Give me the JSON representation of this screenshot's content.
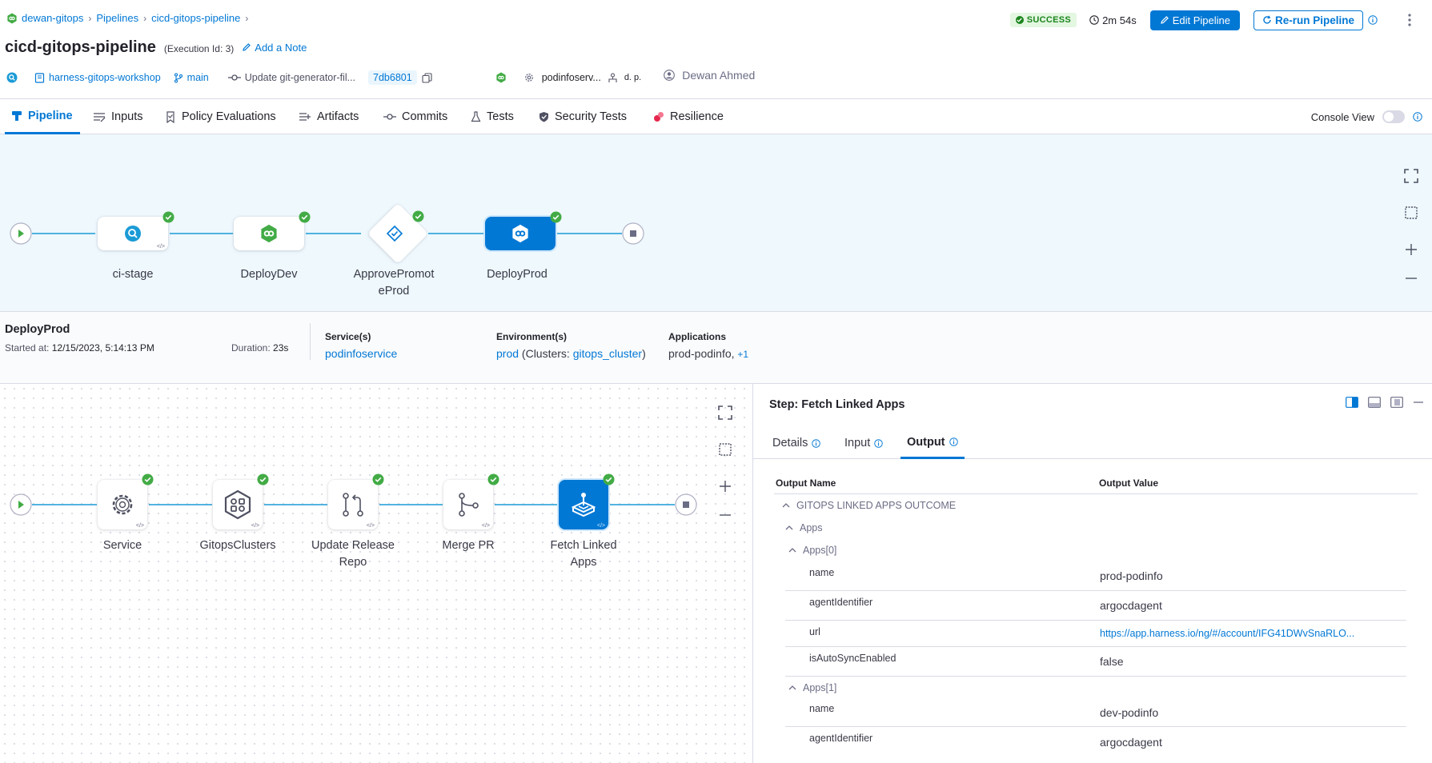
{
  "breadcrumb": {
    "org": "dewan-gitops",
    "pipelines": "Pipelines",
    "pipeline": "cicd-gitops-pipeline"
  },
  "header": {
    "title": "cicd-gitops-pipeline",
    "execution_id": "(Execution Id: 3)",
    "add_note": "Add a Note",
    "status": "SUCCESS",
    "duration": "2m 54s",
    "edit_label": "Edit Pipeline",
    "rerun_label": "Re-run Pipeline"
  },
  "meta": {
    "repo": "harness-gitops-workshop",
    "branch": "main",
    "commit_msg": "Update git-generator-fil...",
    "commit_sha": "7db6801",
    "service": "podinfoserv...",
    "env_short": "d. p.",
    "user": "Dewan Ahmed"
  },
  "tabs": {
    "pipeline": "Pipeline",
    "inputs": "Inputs",
    "policy": "Policy Evaluations",
    "artifacts": "Artifacts",
    "commits": "Commits",
    "tests": "Tests",
    "security": "Security Tests",
    "resilience": "Resilience",
    "console_view": "Console View"
  },
  "stages": {
    "ci": "ci-stage",
    "dev": "DeployDev",
    "approve_1": "ApprovePromot",
    "approve_2": "eProd",
    "prod": "DeployProd"
  },
  "stage_info": {
    "name": "DeployProd",
    "started_label": "Started at:",
    "started_value": "12/15/2023, 5:14:13 PM",
    "duration_label": "Duration:",
    "duration_value": "23s",
    "services_label": "Service(s)",
    "services_value": "podinfoservice",
    "env_label": "Environment(s)",
    "env_value": "prod",
    "clusters_prefix": "(Clusters:",
    "clusters_value": "gitops_cluster",
    "clusters_suffix": ")",
    "apps_label": "Applications",
    "apps_value": "prod-podinfo,",
    "apps_more": "+1"
  },
  "steps": {
    "service": "Service",
    "clusters": "GitopsClusters",
    "update_1": "Update Release",
    "update_2": "Repo",
    "merge": "Merge PR",
    "fetch_1": "Fetch Linked",
    "fetch_2": "Apps"
  },
  "details": {
    "title": "Step: Fetch Linked Apps",
    "tab_details": "Details",
    "tab_input": "Input",
    "tab_output": "Output",
    "col_name": "Output Name",
    "col_value": "Output Value",
    "outcome": "GITOPS LINKED APPS OUTCOME",
    "apps": "Apps",
    "apps0": "Apps[0]",
    "apps1": "Apps[1]",
    "a0": {
      "name_k": "name",
      "name_v": "prod-podinfo",
      "agent_k": "agentIdentifier",
      "agent_v": "argocdagent",
      "url_k": "url",
      "url_v": "https://app.harness.io/ng/#/account/IFG41DWvSnaRLO...",
      "sync_k": "isAutoSyncEnabled",
      "sync_v": "false"
    },
    "a1": {
      "name_k": "name",
      "name_v": "dev-podinfo",
      "agent_k": "agentIdentifier",
      "agent_v": "argocdagent"
    }
  },
  "colors": {
    "accent": "#0278d5",
    "success": "#42ab45",
    "line": "#1b9bd6"
  }
}
